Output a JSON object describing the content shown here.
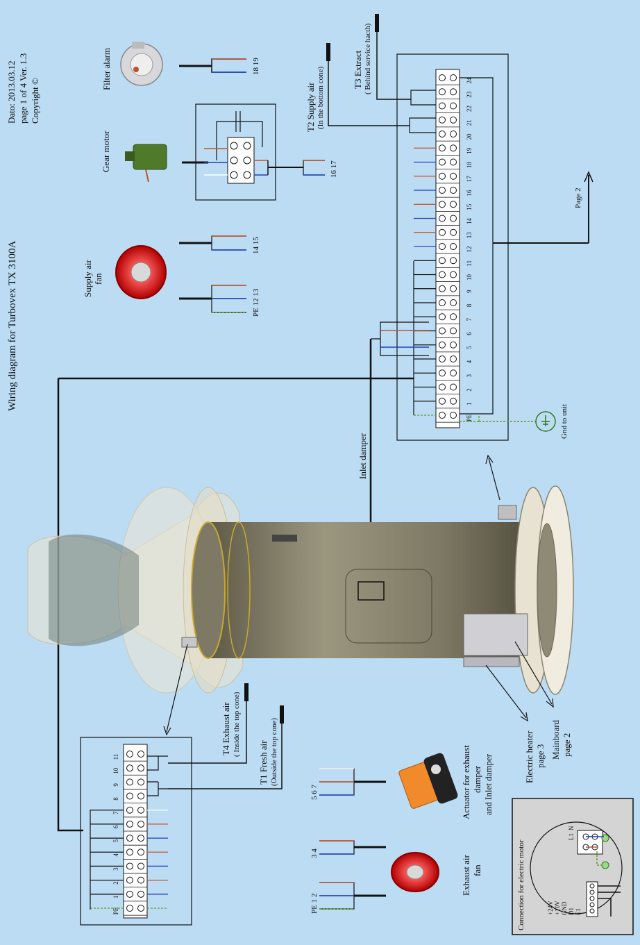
{
  "header": {
    "title": "Wiring diagram for Turbovex TX 3100A",
    "date": "Dato: 2013.03.12",
    "page": "page 1 of 4 Ver. 1.3",
    "copyright": "Copyright ©"
  },
  "components": {
    "filter_alarm": "Filter alarm",
    "gear_motor": "Gear motor",
    "supply_fan_line1": "Supply air",
    "supply_fan_line2": "fan",
    "t2_line1": "T2 Supply air",
    "t2_line2": "(In the bottom cone)",
    "t3_line1": "T3 Extract",
    "t3_line2": "( Behind service hacth)",
    "inlet_damper": "Inlet damper",
    "page2": "Page 2",
    "gnd": "Gnd to unit",
    "t4_line1": "T4 Exhaust air",
    "t4_line2": "( Inside the top cone)",
    "t1_line1": "T1 Fresh air",
    "t1_line2": "(Outside the top cone)",
    "actuator_line1": "Actuator for exhaust",
    "actuator_line2": "damper",
    "actuator_line3": "and Inlet damper",
    "exhaust_fan_line1": "Exhaust air",
    "exhaust_fan_line2": "fan",
    "electric_heater_line1": "Electric heater",
    "electric_heater_line2": "page 3",
    "mainboard_line1": "Mainboard",
    "mainboard_line2": "page 2",
    "motor_connection": "Connection for electric motor"
  },
  "wire_labels": {
    "filter_a": "18  19",
    "gear": "16  17",
    "supply_a": "14  15",
    "supply_b": "PE  12  13",
    "exh_fan": "PE  1  2",
    "exh_fan_b": "3  4",
    "actuator": "5  6  7"
  },
  "mainboard_terminals": [
    "PE",
    "1",
    "2",
    "3",
    "4",
    "5",
    "6",
    "7",
    "8",
    "9",
    "10",
    "11",
    "12",
    "13",
    "14",
    "15",
    "16",
    "17",
    "18",
    "19",
    "20",
    "21",
    "22",
    "23",
    "24"
  ],
  "lower_terminals": [
    "PE",
    "1",
    "2",
    "3",
    "4",
    "5",
    "6",
    "7",
    "8",
    "9",
    "10",
    "11"
  ],
  "motor_terminals": {
    "left": [
      "+24V",
      "+10V",
      "GND",
      "D1",
      "E1"
    ],
    "right": [
      "L1",
      "N"
    ]
  },
  "colors": {
    "background": "#bcdcf4",
    "brown_wire": "#c0522a",
    "blue_wire": "#1f3fbf",
    "pe_wire": "#5aa02c",
    "black_wire": "#111111",
    "white_wire": "#ffffff"
  }
}
